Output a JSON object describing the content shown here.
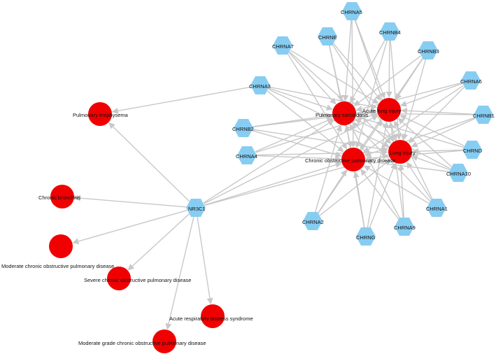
{
  "network": {
    "colors": {
      "disease": "#f00000",
      "gene": "#87cdf2",
      "edge": "#c8c8c8"
    },
    "nodes": [
      {
        "id": "pe",
        "label": "Pulmonary emphysema",
        "type": "disease"
      },
      {
        "id": "cb",
        "label": "Chronic bronchitis",
        "type": "disease"
      },
      {
        "id": "mcopd",
        "label": "Moderate chronic obstructive pulmonary disease",
        "type": "disease"
      },
      {
        "id": "scopd",
        "label": "Severe chronic obstructive pulmonary disease",
        "type": "disease"
      },
      {
        "id": "ards",
        "label": "Acute respiratory distress syndrome",
        "type": "disease"
      },
      {
        "id": "mgcopd",
        "label": "Moderate grade chronic obstructive pulmonary disease",
        "type": "disease"
      },
      {
        "id": "ps",
        "label": "Pulmonary sarcoidosis",
        "type": "disease"
      },
      {
        "id": "ali",
        "label": "Acute lung injury",
        "type": "disease"
      },
      {
        "id": "copd",
        "label": "Chronic obstructive pulmonary disease",
        "type": "disease"
      },
      {
        "id": "li",
        "label": "Lung injury",
        "type": "disease"
      },
      {
        "id": "nr3c1",
        "label": "NR3C1",
        "type": "gene"
      },
      {
        "id": "chrna5",
        "label": "CHRNA5",
        "type": "gene"
      },
      {
        "id": "chrne",
        "label": "CHRNE",
        "type": "gene"
      },
      {
        "id": "chrnb4",
        "label": "CHRNB4",
        "type": "gene"
      },
      {
        "id": "chrna7",
        "label": "CHRNA7",
        "type": "gene"
      },
      {
        "id": "chrnb3",
        "label": "CHRNB3",
        "type": "gene"
      },
      {
        "id": "chrna6",
        "label": "CHRNA6",
        "type": "gene"
      },
      {
        "id": "chrna3",
        "label": "CHRNA3",
        "type": "gene"
      },
      {
        "id": "chrnb1",
        "label": "CHRNB1",
        "type": "gene"
      },
      {
        "id": "chrnb2",
        "label": "CHRNB2",
        "type": "gene"
      },
      {
        "id": "chrnd",
        "label": "CHRND",
        "type": "gene"
      },
      {
        "id": "chrna4",
        "label": "CHRNA4",
        "type": "gene"
      },
      {
        "id": "chrna10",
        "label": "CHRNA10",
        "type": "gene"
      },
      {
        "id": "chrna1",
        "label": "CHRNA1",
        "type": "gene"
      },
      {
        "id": "chrna2",
        "label": "CHRNA2",
        "type": "gene"
      },
      {
        "id": "chrna9",
        "label": "CHRNA9",
        "type": "gene"
      },
      {
        "id": "chrng",
        "label": "CHRNG",
        "type": "gene"
      }
    ]
  }
}
